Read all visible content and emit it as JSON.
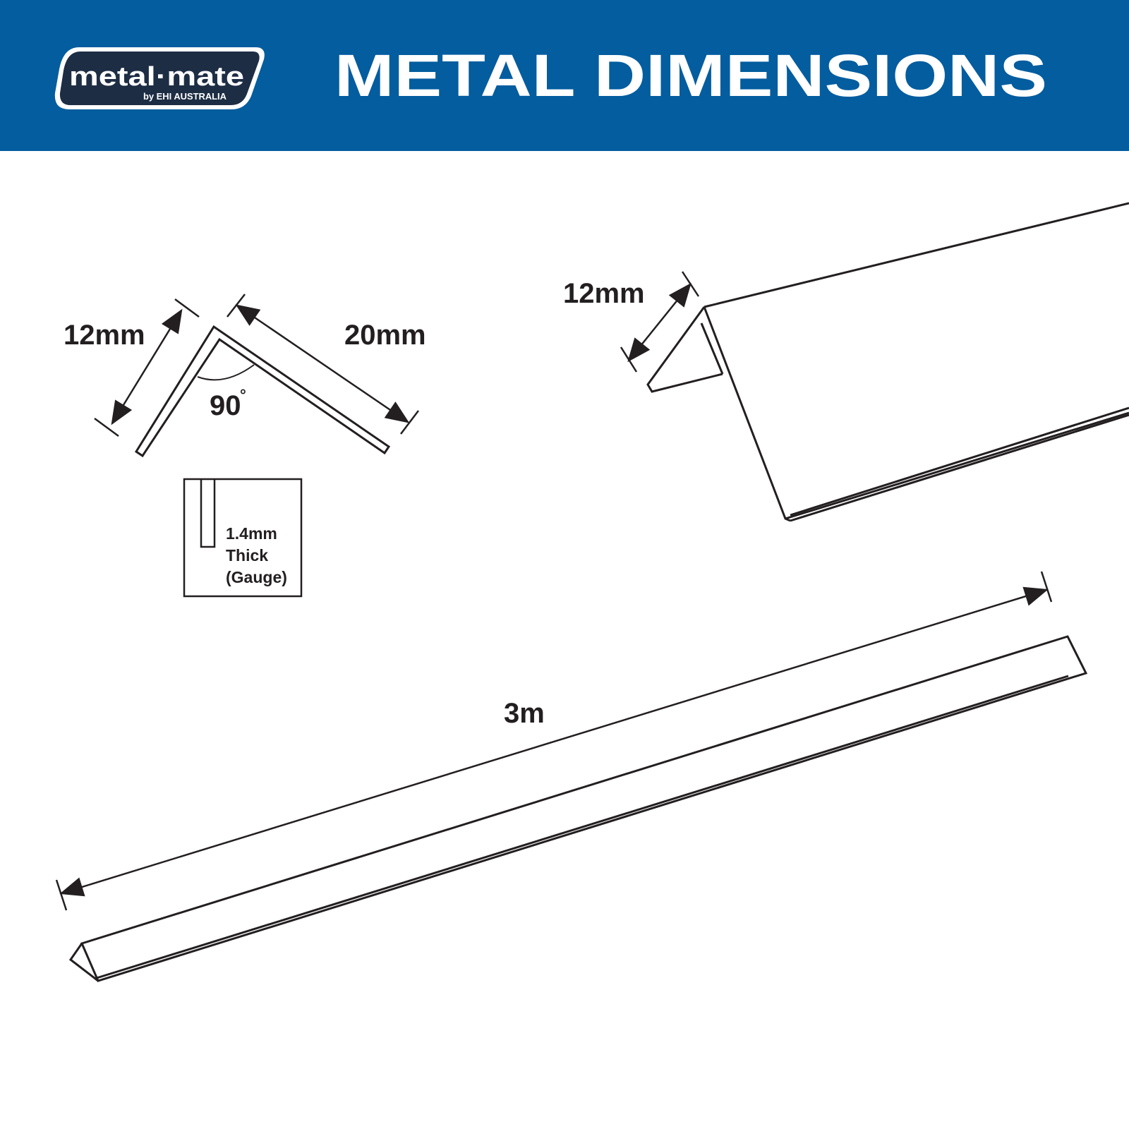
{
  "brand": {
    "logo_text": "metal·mate",
    "logo_subtext": "by EHI AUSTRALIA",
    "header_color": "#035d9f",
    "logo_color": "#1d2d44"
  },
  "header": {
    "title": "METAL DIMENSIONS"
  },
  "diagram": {
    "profile_leg_short": "12mm",
    "profile_leg_long": "20mm",
    "angle_value": "90",
    "angle_unit": "°",
    "thickness_value": "1.4mm",
    "thickness_label": "Thick",
    "thickness_note": "(Gauge)",
    "perspective_leg": "12mm",
    "length": "3m"
  },
  "colors": {
    "line": "#231f20",
    "background": "#ffffff"
  }
}
